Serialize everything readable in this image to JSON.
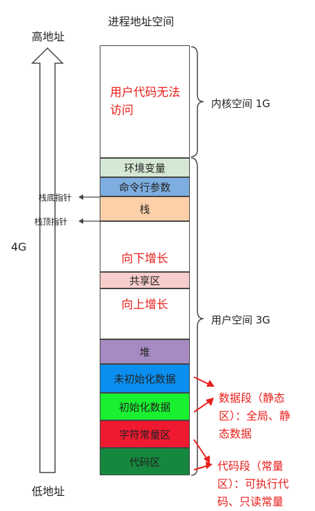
{
  "title": "进程地址空间",
  "high_addr": "高地址",
  "low_addr": "低地址",
  "size_label": "4G",
  "kernel_note": "用户代码无法访问",
  "segments": {
    "env": "环境变量",
    "args": "命令行参数",
    "stack": "栈",
    "down": "向下增长",
    "shared": "共享区",
    "up": "向上增长",
    "heap": "堆",
    "bss": "未初始化数据",
    "data": "初始化数据",
    "rodata": "字符常量区",
    "code": "代码区"
  },
  "brace_labels": {
    "kernel": "内核空间 1G",
    "user": "用户空间 3G"
  },
  "pointers": {
    "stack_bottom": "栈底指针",
    "stack_top": "栈顶指针"
  },
  "notes": {
    "data_segment": [
      "数据段（静态",
      "区）：全局、静",
      "态数据"
    ],
    "code_segment": [
      "代码段（常量",
      "区）：可执行代",
      "码、只读常量"
    ]
  },
  "colors": {
    "env": "#d5e8d4",
    "args": "#7eaee0",
    "stack": "#fcd0a8",
    "shared": "#f8cecc",
    "heap": "#a58bc1",
    "bss": "#0a8ff0",
    "data": "#19f030",
    "rodata": "#f01a30",
    "code": "#16883e",
    "accent_red": "#e8201c"
  },
  "icons": [
    "up-arrow-icon",
    "down-arrow-icon",
    "right-brace-icon",
    "red-arrow-icon"
  ]
}
